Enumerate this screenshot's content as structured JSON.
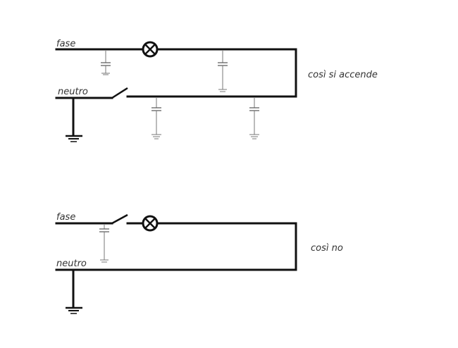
{
  "diagram_top": {
    "phase_label": "fase",
    "neutral_label": "neutro",
    "caption": "così si accende"
  },
  "diagram_bottom": {
    "phase_label": "fase",
    "neutral_label": "neutro",
    "caption": "così no"
  }
}
